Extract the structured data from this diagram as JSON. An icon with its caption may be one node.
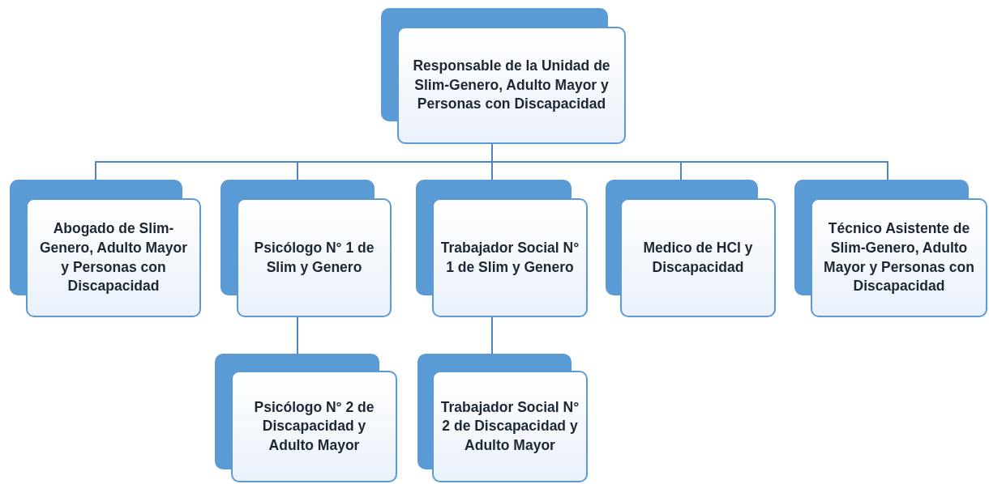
{
  "diagram": {
    "nodes": [
      {
        "text": [
          "Responsable de la Unidad de Slim-Genero, Adulto Mayor y Personas con Discapacidad"
        ]
      },
      {
        "text": [
          "Abogado de Slim-Genero, Adulto Mayor y Personas con Discapacidad"
        ]
      },
      {
        "text": [
          "Psicólogo N° 1 de Slim y Genero"
        ]
      },
      {
        "text": [
          "Trabajador Social N° 1 de Slim y Genero"
        ]
      },
      {
        "text": [
          "Medico de HCI y Discapacidad"
        ]
      },
      {
        "text": [
          "Técnico Asistente de Slim-Genero, Adulto Mayor y Personas con Discapacidad"
        ]
      },
      {
        "text": [
          "Psicólogo N° 2 de Discapacidad y Adulto Mayor"
        ]
      },
      {
        "text": [
          "Trabajador Social N° 2 de Discapacidad y Adulto Mayor"
        ]
      }
    ],
    "edges": [
      {
        "from": 0,
        "to": 1,
        "arrow": "none"
      },
      {
        "from": 0,
        "to": 2,
        "arrow": "none"
      },
      {
        "from": 0,
        "to": 3,
        "arrow": "none"
      },
      {
        "from": 0,
        "to": 4,
        "arrow": "none"
      },
      {
        "from": 0,
        "to": 5,
        "arrow": "none"
      },
      {
        "from": 2,
        "to": 6,
        "arrow": "none"
      },
      {
        "from": 3,
        "to": 7,
        "arrow": "none"
      }
    ]
  }
}
